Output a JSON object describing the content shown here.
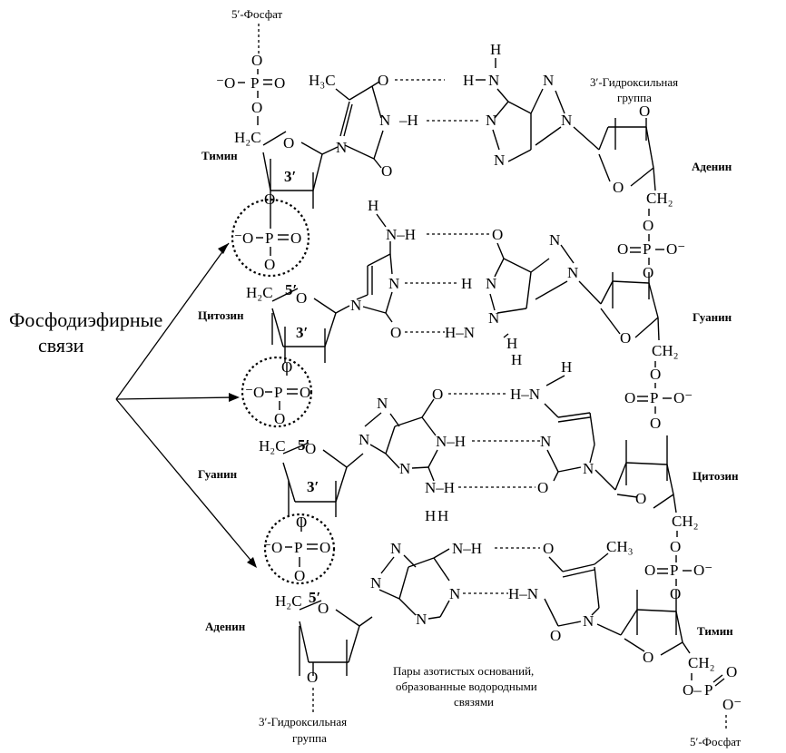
{
  "labels": {
    "phosphate_5_top": "5′-Фосфат",
    "phosphate_5_bottom": "5′-Фосфат",
    "hydroxyl_3_top_line1": "3′-Гидроксильная",
    "hydroxyl_3_top_line2": "группа",
    "hydroxyl_3_bottom_line1": "3′-Гидроксильная",
    "hydroxyl_3_bottom_line2": "группа",
    "phosphodiester_line1": "Фосфодиэфирные",
    "phosphodiester_line2": "связи",
    "base_pairs_line1": "Пары азотистых оснований,",
    "base_pairs_line2": "образованные водородными",
    "base_pairs_line3": "связями"
  },
  "left_strand": [
    "Тимин",
    "Цитозин",
    "Гуанин",
    "Аденин"
  ],
  "right_strand": [
    "Аденин",
    "Гуанин",
    "Цитозин",
    "Тимин"
  ],
  "primes": {
    "three": "3′",
    "five": "5′"
  }
}
